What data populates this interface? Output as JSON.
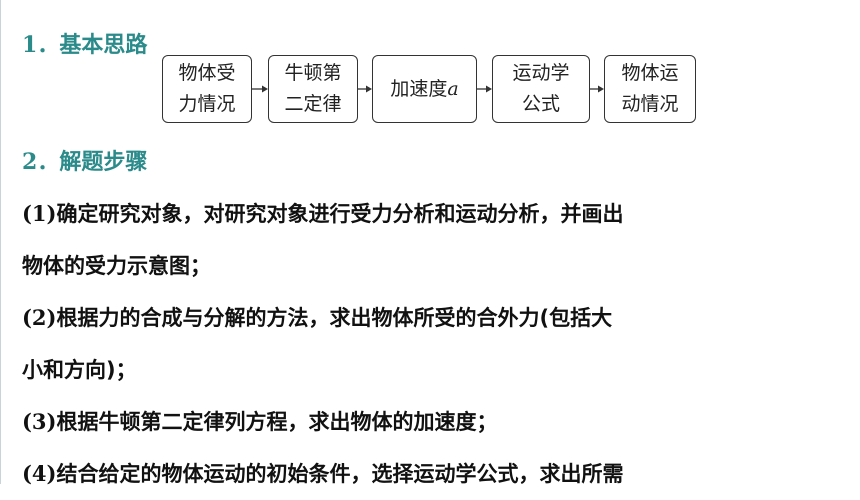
{
  "section1": {
    "number": "1．",
    "title": "基本思路"
  },
  "flow": [
    {
      "line1": "物体受",
      "line2": "力情况"
    },
    {
      "line1": "牛顿第",
      "line2": "二定律"
    },
    {
      "line1": "加速度",
      "var": "a"
    },
    {
      "line1": "运动学",
      "line2": "公式"
    },
    {
      "line1": "物体运",
      "line2": "动情况"
    }
  ],
  "section2": {
    "number": "2．",
    "title": "解题步骤"
  },
  "steps": [
    {
      "num": "(1)",
      "line1": "确定研究对象，对研究对象进行受力分析和运动分析，并画出",
      "line2": "物体的受力示意图；"
    },
    {
      "num": "(2)",
      "line1": "根据力的合成与分解的方法，求出物体所受的合外力(包括大",
      "line2": "小和方向)；"
    },
    {
      "num": "(3)",
      "line1": "根据牛顿第二定律列方程，求出物体的加速度；"
    },
    {
      "num": "(4)",
      "line1": "结合给定的物体运动的初始条件，选择运动学公式，求出所需"
    }
  ]
}
